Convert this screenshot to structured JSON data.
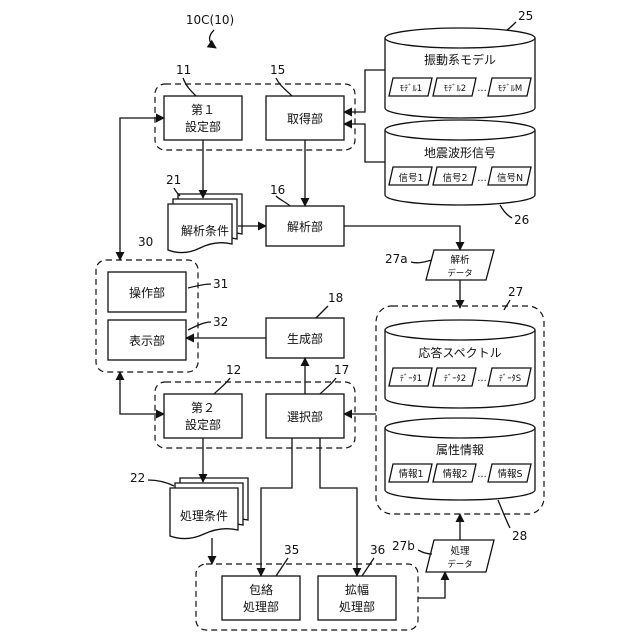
{
  "diagram": {
    "title": "10C(10)",
    "refs": {
      "r11": "11",
      "r15": "15",
      "r16": "16",
      "r17": "17",
      "r18": "18",
      "r12": "12",
      "r21": "21",
      "r22": "22",
      "r25": "25",
      "r26": "26",
      "r27": "27",
      "r27a": "27a",
      "r27b": "27b",
      "r28": "28",
      "r30": "30",
      "r31": "31",
      "r32": "32",
      "r35": "35",
      "r36": "36"
    },
    "first_setting": [
      "第１",
      "設定部"
    ],
    "second_setting": [
      "第２",
      "設定部"
    ],
    "acquisition": "取得部",
    "analysis": "解析部",
    "generation": "生成部",
    "selection": "選択部",
    "operation": "操作部",
    "display": "表示部",
    "analysis_conditions": "解析条件",
    "processing_conditions": "処理条件",
    "envelope": [
      "包絡",
      "処理部"
    ],
    "amplitude": [
      "拡幅",
      "処理部"
    ],
    "analysis_data": [
      "解析",
      "データ"
    ],
    "processing_data": [
      "処理",
      "データ"
    ],
    "vibration_models": {
      "title": "振動系モデル",
      "items": [
        "ﾓﾃﾞﾙ1",
        "ﾓﾃﾞﾙ2",
        "…",
        "ﾓﾃﾞﾙM"
      ]
    },
    "seismic_signals": {
      "title": "地震波形信号",
      "items": [
        "信号1",
        "信号2",
        "…",
        "信号N"
      ]
    },
    "response_spectrum": {
      "title": "応答スペクトル",
      "items": [
        "ﾃﾞｰﾀ1",
        "ﾃﾞｰﾀ2",
        "…",
        "ﾃﾞｰﾀS"
      ]
    },
    "attribute_info": {
      "title": "属性情報",
      "items": [
        "情報1",
        "情報2",
        "…",
        "情報S"
      ]
    }
  }
}
